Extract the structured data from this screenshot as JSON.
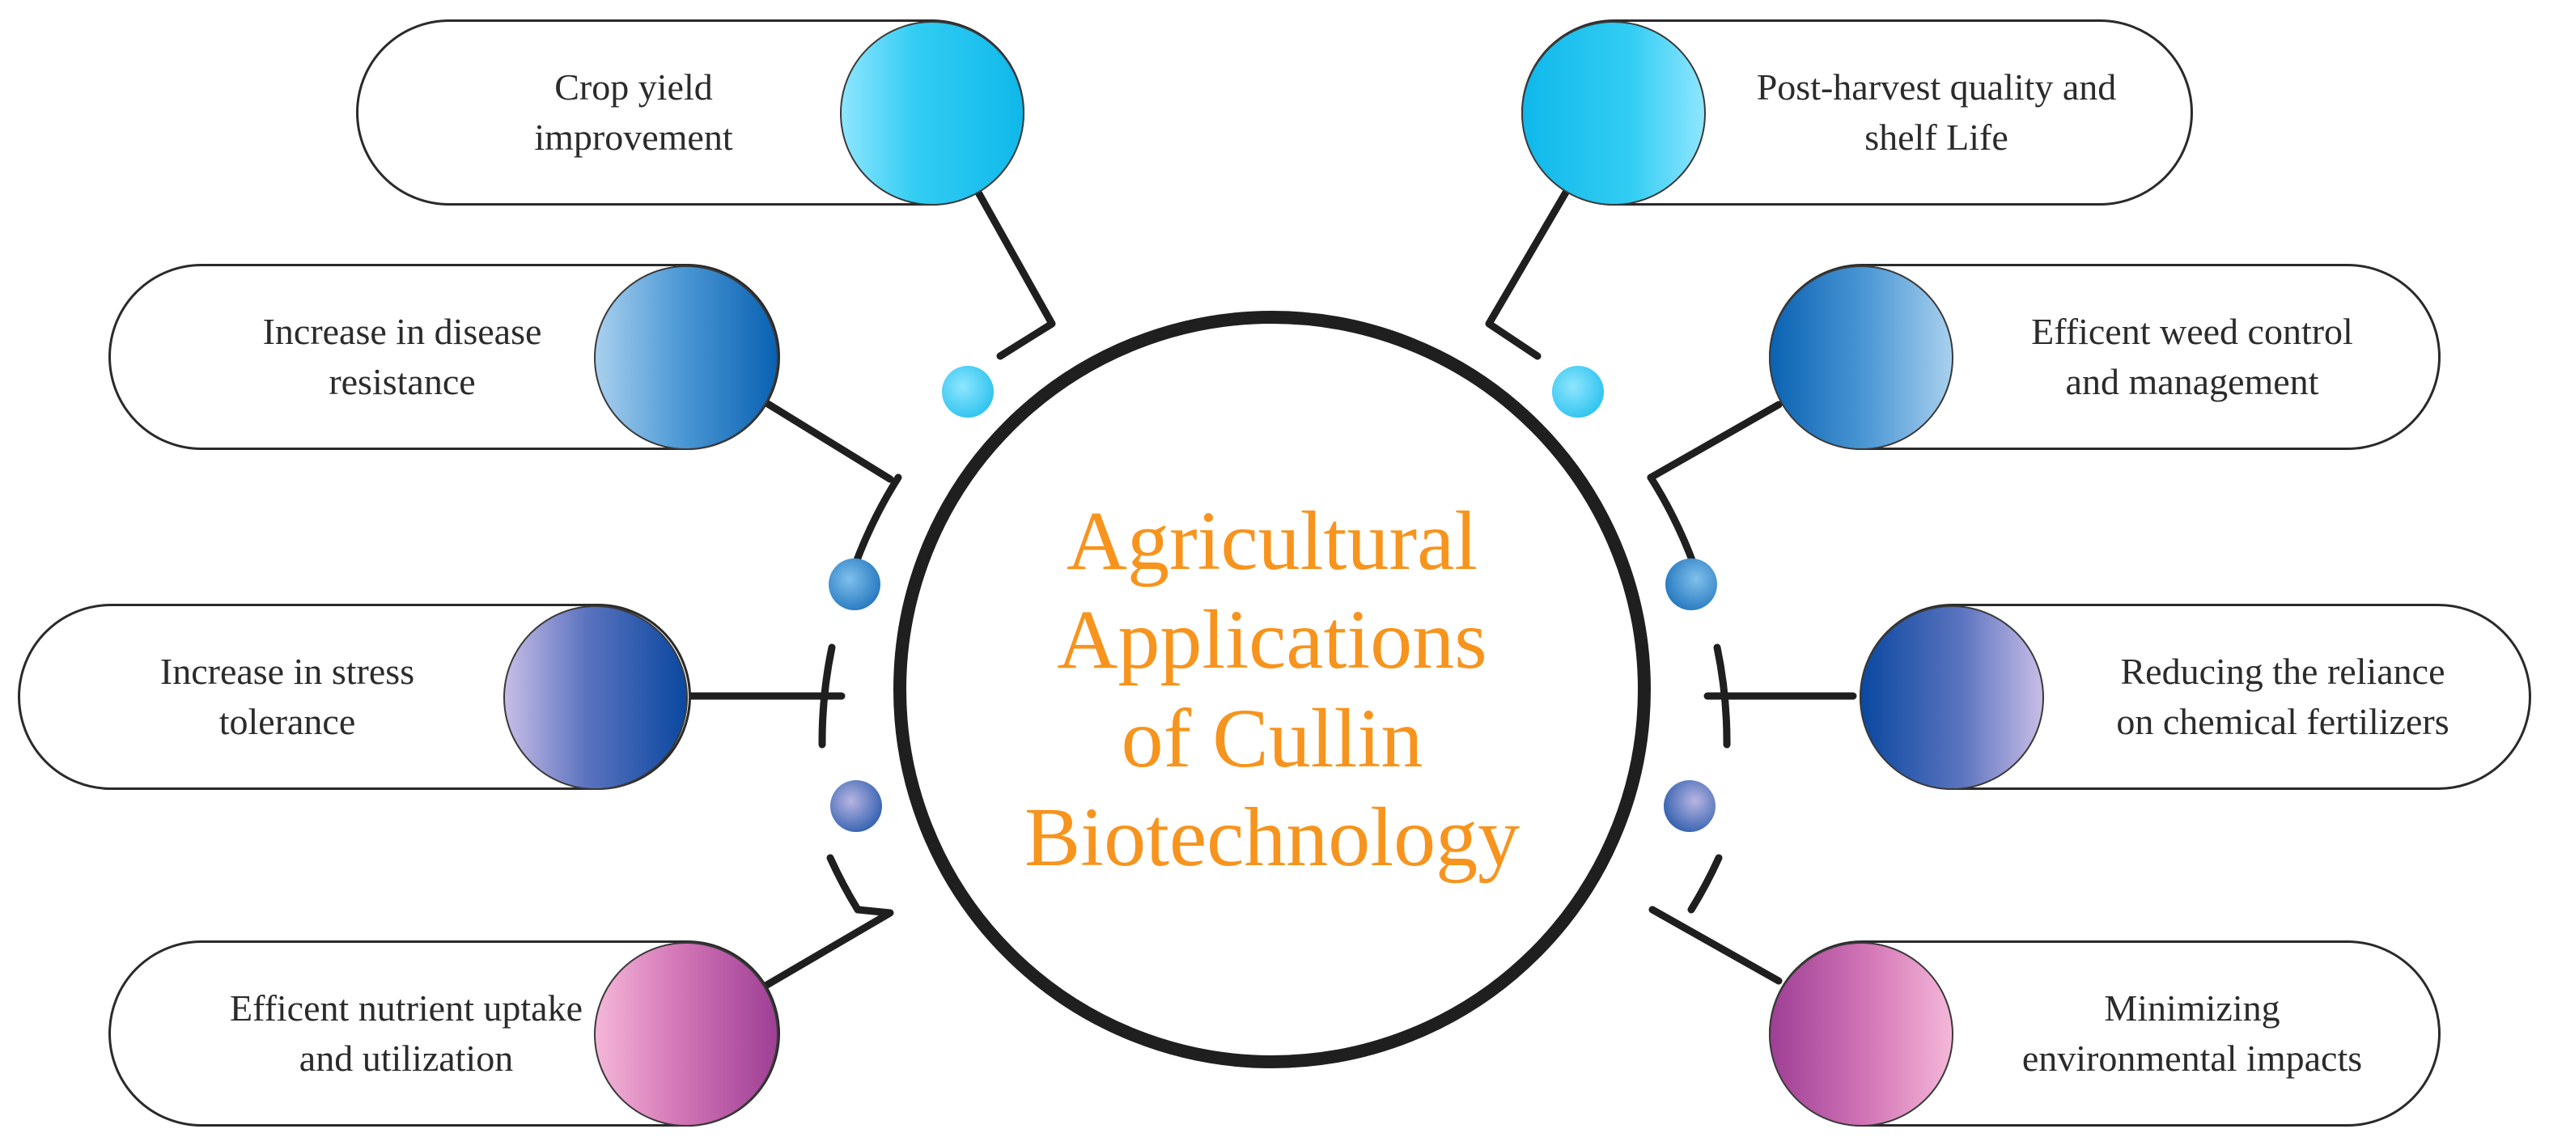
{
  "title": "Agricultural\nApplications\nof Cullin\nBiotechnology",
  "colors": {
    "title": "#f7941d",
    "outline": "#1f1f1f",
    "cyan": "#19c2ee",
    "blue": "#1a78c2",
    "navy_lavender": "#0e52a7",
    "magenta_pink": "#b4559d"
  },
  "left_items": [
    {
      "label": "Crop yield\nimprovement",
      "gradient": "cyan"
    },
    {
      "label": "Increase in disease\nresistance",
      "gradient": "blue"
    },
    {
      "label": "Increase in stress\ntolerance",
      "gradient": "navy_lavender"
    },
    {
      "label": "Efficent nutrient uptake\nand utilization",
      "gradient": "magenta_pink"
    }
  ],
  "right_items": [
    {
      "label": "Post-harvest quality and\nshelf Life",
      "gradient": "cyan"
    },
    {
      "label": "Efficent weed control\nand management",
      "gradient": "blue"
    },
    {
      "label": "Reducing  the  reliance\non chemical fertilizers",
      "gradient": "navy_lavender"
    },
    {
      "label": "Minimizing\nenvironmental impacts",
      "gradient": "magenta_pink"
    }
  ]
}
